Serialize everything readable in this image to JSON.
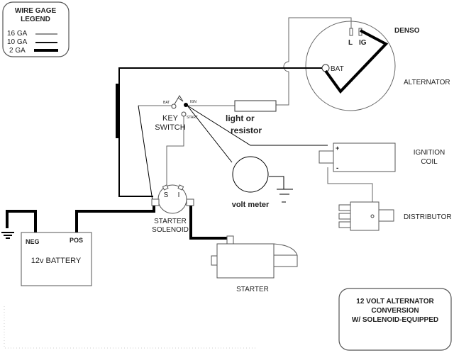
{
  "title": "12 VOLT ALTERNATOR CONVERSION W/ SOLENOID-EQUIPPED",
  "legend": {
    "title_line1": "WIRE GAGE",
    "title_line2": "LEGEND",
    "items": [
      {
        "label": "16 GA",
        "gauge": "16"
      },
      {
        "label": "10 GA",
        "gauge": "10"
      },
      {
        "label": "2 GA",
        "gauge": "2"
      }
    ]
  },
  "title_box": {
    "line1": "12 VOLT ALTERNATOR",
    "line2": "CONVERSION",
    "line3": "W/ SOLENOID-EQUIPPED"
  },
  "components": {
    "alternator": {
      "brand": "DENSO",
      "label": "ALTERNATOR",
      "terminal_l": "L",
      "terminal_ig": "IG",
      "terminal_bat": "BAT"
    },
    "key_switch": {
      "line1": "KEY",
      "line2": "SWITCH",
      "terminal_bat": "BAT",
      "terminal_ign": "IGN",
      "terminal_start": "START"
    },
    "resistor": {
      "line1": "light or",
      "line2": "resistor"
    },
    "ignition_coil": {
      "line1": "IGNITION",
      "line2": "COIL",
      "plus": "+",
      "minus": "-"
    },
    "volt_meter": {
      "label": "volt meter"
    },
    "distributor": {
      "label": "DISTRIBUTOR"
    },
    "solenoid": {
      "line1": "STARTER",
      "line2": "SOLENOID",
      "terminal_s": "S",
      "terminal_i": "I"
    },
    "battery": {
      "label": "12v BATTERY",
      "neg": "NEG",
      "pos": "POS"
    },
    "starter": {
      "label": "STARTER"
    }
  }
}
